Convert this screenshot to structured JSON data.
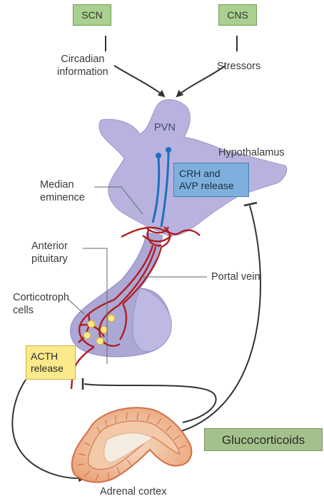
{
  "inputs": {
    "scn": "SCN",
    "cns": "CNS",
    "circadian": "Circadian\ninformation",
    "stressors": "Stressors"
  },
  "brain": {
    "pvn": "PVN",
    "hypothalamus": "Hypothalamus",
    "crh_avp": "CRH and\nAVP release",
    "median_eminence": "Median\neminence",
    "anterior_pituitary": "Anterior\npituitary",
    "portal_vein": "Portal vein",
    "corticotroph": "Corticotroph\ncells",
    "acth": "ACTH\nrelease"
  },
  "adrenal": {
    "glucocorticoids": "Glucocorticoids",
    "adrenal_cortex": "Adrenal cortex"
  },
  "colors": {
    "hypothalamus_fill": "#b7b3de",
    "pituitary_fill": "#aca8d6",
    "vessel": "#b01e22",
    "neuron": "#1f6fc0",
    "feedback_line": "#333333",
    "adrenal_outer": "#e8825a",
    "adrenal_inner": "#f3c9a9"
  }
}
